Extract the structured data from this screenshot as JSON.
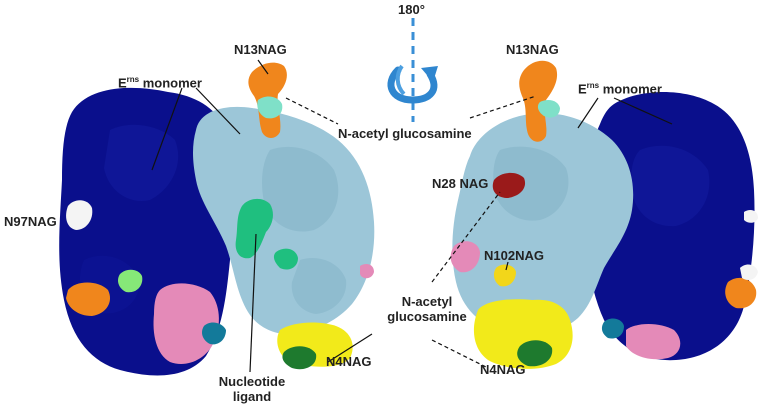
{
  "rotation": {
    "label": "180°",
    "axis_color": "#3a8fd6",
    "arrow_color": "#2f86cf"
  },
  "left_view": {
    "n13_label": "N13NAG",
    "erns_prefix": "E",
    "erns_sup": "rns",
    "erns_suffix": " monomer",
    "n97_label": "N97NAG",
    "nucleotide_line1": "Nucleotide",
    "nucleotide_line2": "ligand",
    "n4_label": "N4NAG"
  },
  "right_view": {
    "n13_label": "N13NAG",
    "erns_prefix": "E",
    "erns_sup": "rns",
    "erns_suffix": " monomer",
    "n28_label": "N28 NAG",
    "n102_label": "N102NAG",
    "n4_label": "N4NAG"
  },
  "center_labels": {
    "nag_top": "N-acetyl glucosamine",
    "nag_mid_line1": "N-acetyl",
    "nag_mid_line2": "glucosamine"
  },
  "colors": {
    "monomer_dark": "#0a0f8c",
    "monomer_light": "#9cc6d8",
    "nag_orange": "#f0861c",
    "nag_teal": "#7fe0c8",
    "nucleotide_green": "#1fbf7f",
    "nag_yellow": "#f2ea1a",
    "nag_pink": "#e48ab8",
    "nag_darkgreen": "#1e7a2e",
    "nag_white": "#f4f4f4",
    "nag_lightgreen": "#86e878",
    "nag_red": "#9a1a1a",
    "nag_cyan": "#137a9a"
  }
}
